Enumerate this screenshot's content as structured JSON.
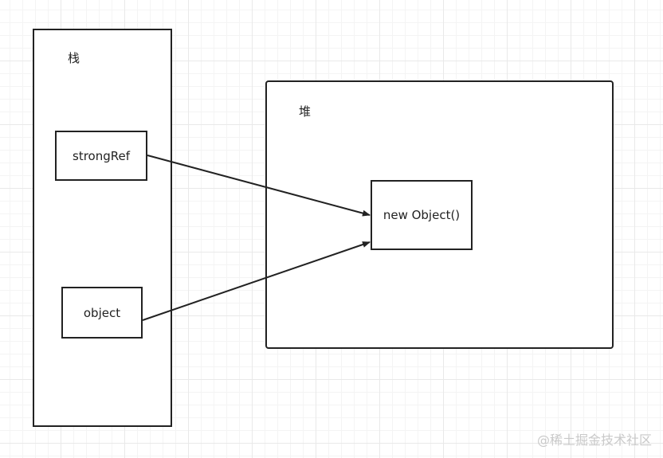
{
  "diagram": {
    "stack": {
      "title": "栈"
    },
    "heap": {
      "title": "堆"
    },
    "nodes": {
      "strongref": "strongRef",
      "object": "object",
      "new_object": "new Object()"
    },
    "edges": [
      {
        "from": "strongRef",
        "to": "new Object()"
      },
      {
        "from": "object",
        "to": "new Object()"
      }
    ]
  },
  "watermark": "@稀土掘金技术社区",
  "colors": {
    "stroke": "#222222",
    "grid": "#e9e9e9",
    "watermark": "#c9c9c9"
  }
}
